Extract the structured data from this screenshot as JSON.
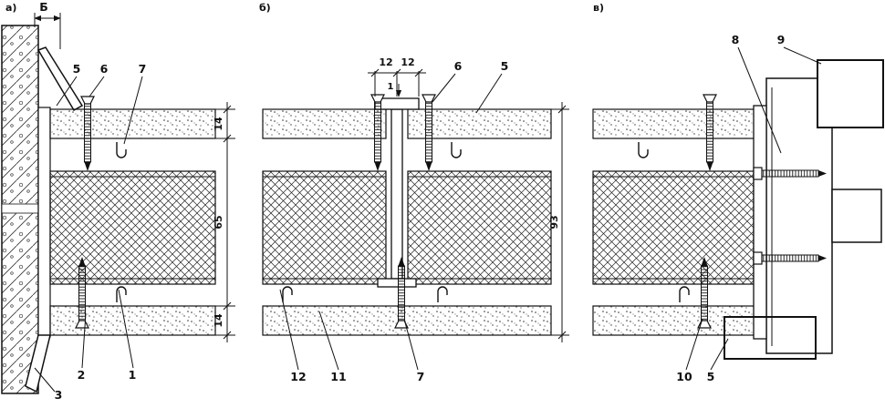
{
  "drawing": {
    "section_a": {
      "label": "а)",
      "width_marker": "Б",
      "callout_5": "5",
      "callout_6": "6",
      "callout_7": "7",
      "callout_2": "2",
      "callout_1": "1",
      "callout_3": "3",
      "dim_top": "14",
      "dim_middle": "65",
      "dim_bottom": "14"
    },
    "section_b": {
      "label": "б)",
      "dim_left": "12",
      "dim_right": "12",
      "callout_1": "1",
      "callout_6": "6",
      "callout_5": "5",
      "dim_total": "93",
      "callout_12": "12",
      "callout_11": "11",
      "callout_7": "7"
    },
    "section_v": {
      "label": "в)",
      "callout_8": "8",
      "callout_9": "9",
      "callout_10": "10",
      "callout_5": "5"
    }
  }
}
